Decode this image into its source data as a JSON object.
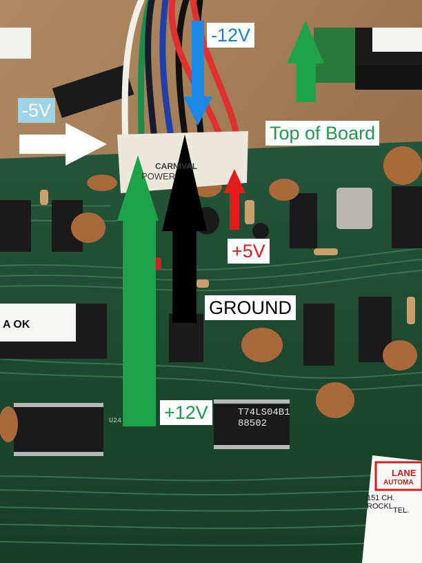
{
  "labels": {
    "minus12": "-12V",
    "minus5": "-5V",
    "top_of_board": "Top of Board",
    "plus5": "+5V",
    "ground": "GROUND",
    "plus12": "+12V"
  },
  "board_text": {
    "connector_line1": "CARNIVAL",
    "connector_line2": "POWER",
    "chip_u15_line1": "T74LS04B1",
    "chip_u15_line2": "88502",
    "chip_u24": "U24",
    "sticker_left": "A OK",
    "sticker_right_line1": "LANE",
    "sticker_right_line2": "AUTOMA",
    "sticker_right_line3": "151 CH. ROCKL",
    "sticker_right_line4": "TEL."
  },
  "colors": {
    "blue_arrow": "#1e88e5",
    "white_arrow": "#ffffff",
    "green_arrow": "#1fa34a",
    "red_arrow": "#e21b1b",
    "black_arrow": "#000000",
    "pcb_green": "#1f4d2e",
    "table_wood": "#9c7650"
  }
}
